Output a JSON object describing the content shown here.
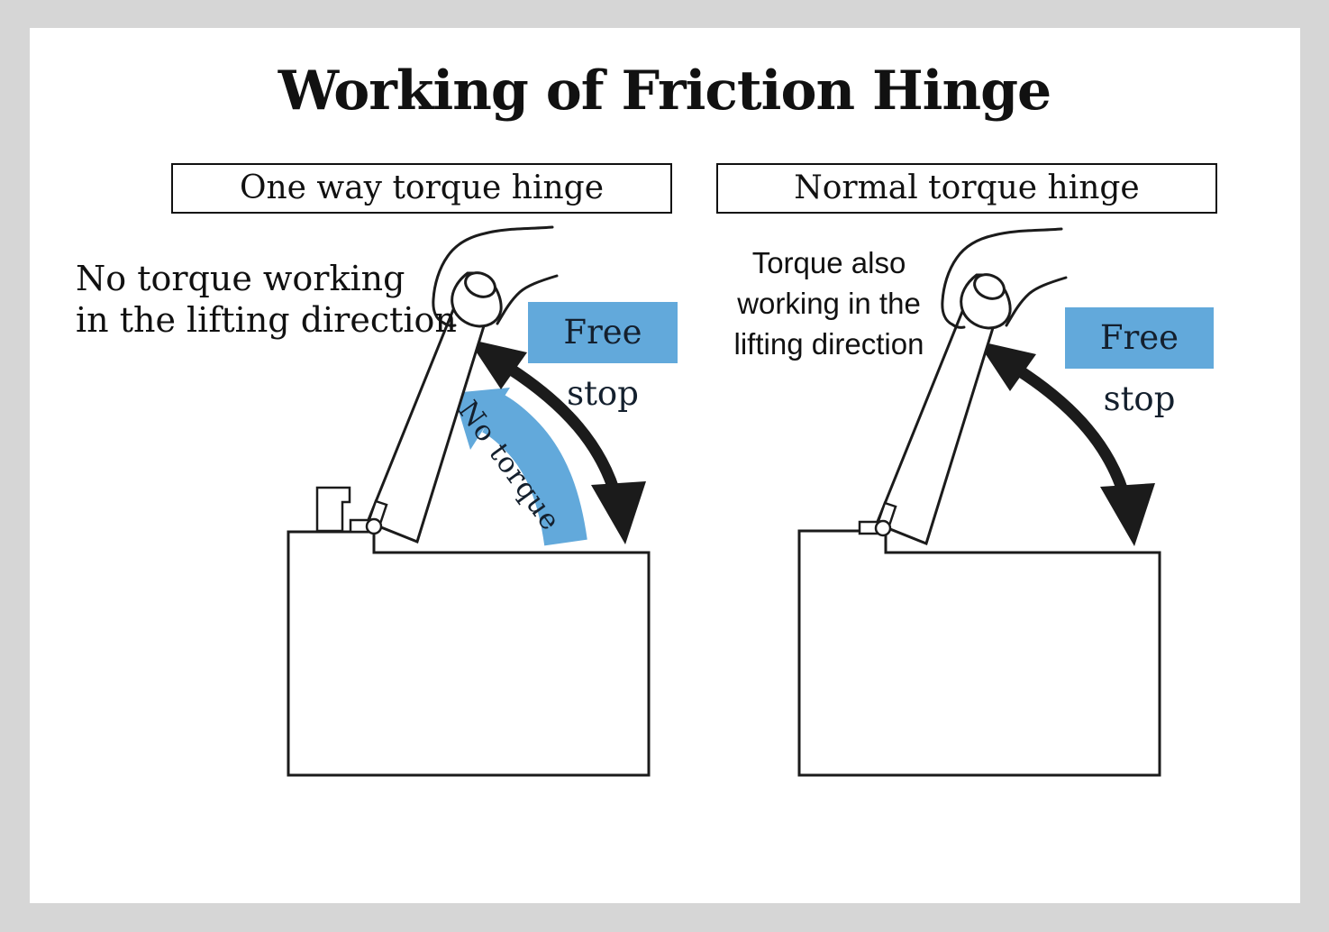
{
  "title": "Working of Friction Hinge",
  "colors": {
    "accent_blue": "#62a9db",
    "label_navy": "#14202e",
    "ink": "#1b1b1b",
    "frame_gray": "#d6d6d6",
    "card_white": "#ffffff"
  },
  "panels": [
    {
      "id": "one-way-torque-hinge",
      "header": "One way torque hinge",
      "caption": "No torque working\nin the lifting direction",
      "free_stop_label": "Free stop",
      "rotation_arrow_label": "No torque"
    },
    {
      "id": "normal-torque-hinge",
      "header": "Normal torque hinge",
      "caption": "Torque also\nworking in the\nlifting direction",
      "free_stop_label": "Free stop"
    }
  ],
  "icons": {
    "hand_lid": "hand-lifting-lid-illustration",
    "swing_arrow": "double-headed-swing-arrow",
    "no_torque_arrow": "no-torque-curved-arrow",
    "hinge": "hinge-pin-icon"
  }
}
